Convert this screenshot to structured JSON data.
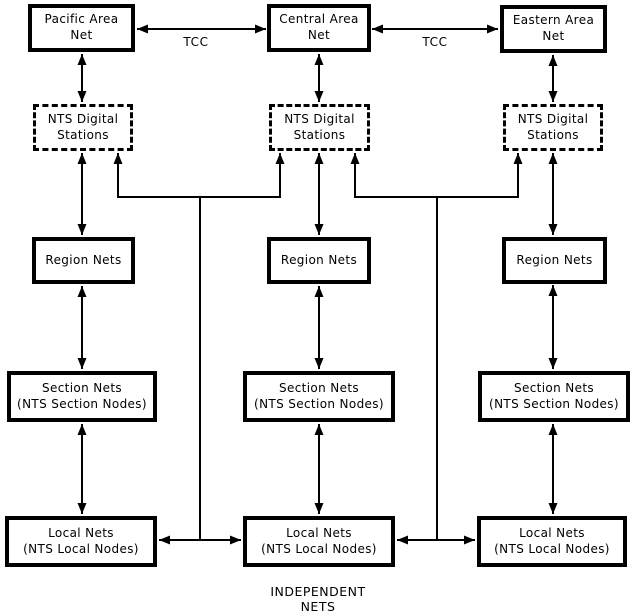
{
  "diagram": {
    "area_nets": [
      "Pacific Area\nNet",
      "Central Area\nNet",
      "Eastern Area\nNet"
    ],
    "tcc": [
      "TCC",
      "TCC"
    ],
    "digital_stations": [
      "NTS Digital\nStations",
      "NTS Digital\nStations",
      "NTS Digital\nStations"
    ],
    "region_nets": [
      "Region Nets",
      "Region Nets",
      "Region Nets"
    ],
    "section_nets": [
      "Section Nets\n(NTS Section Nodes)",
      "Section Nets\n(NTS Section Nodes)",
      "Section Nets\n(NTS Section Nodes)"
    ],
    "local_nets": [
      "Local Nets\n(NTS Local Nodes)",
      "Local Nets\n(NTS Local Nodes)",
      "Local Nets\n(NTS Local Nodes)"
    ],
    "footer": "INDEPENDENT NETS",
    "colors": {
      "ink": "#000000",
      "background": "#ffffff"
    }
  }
}
